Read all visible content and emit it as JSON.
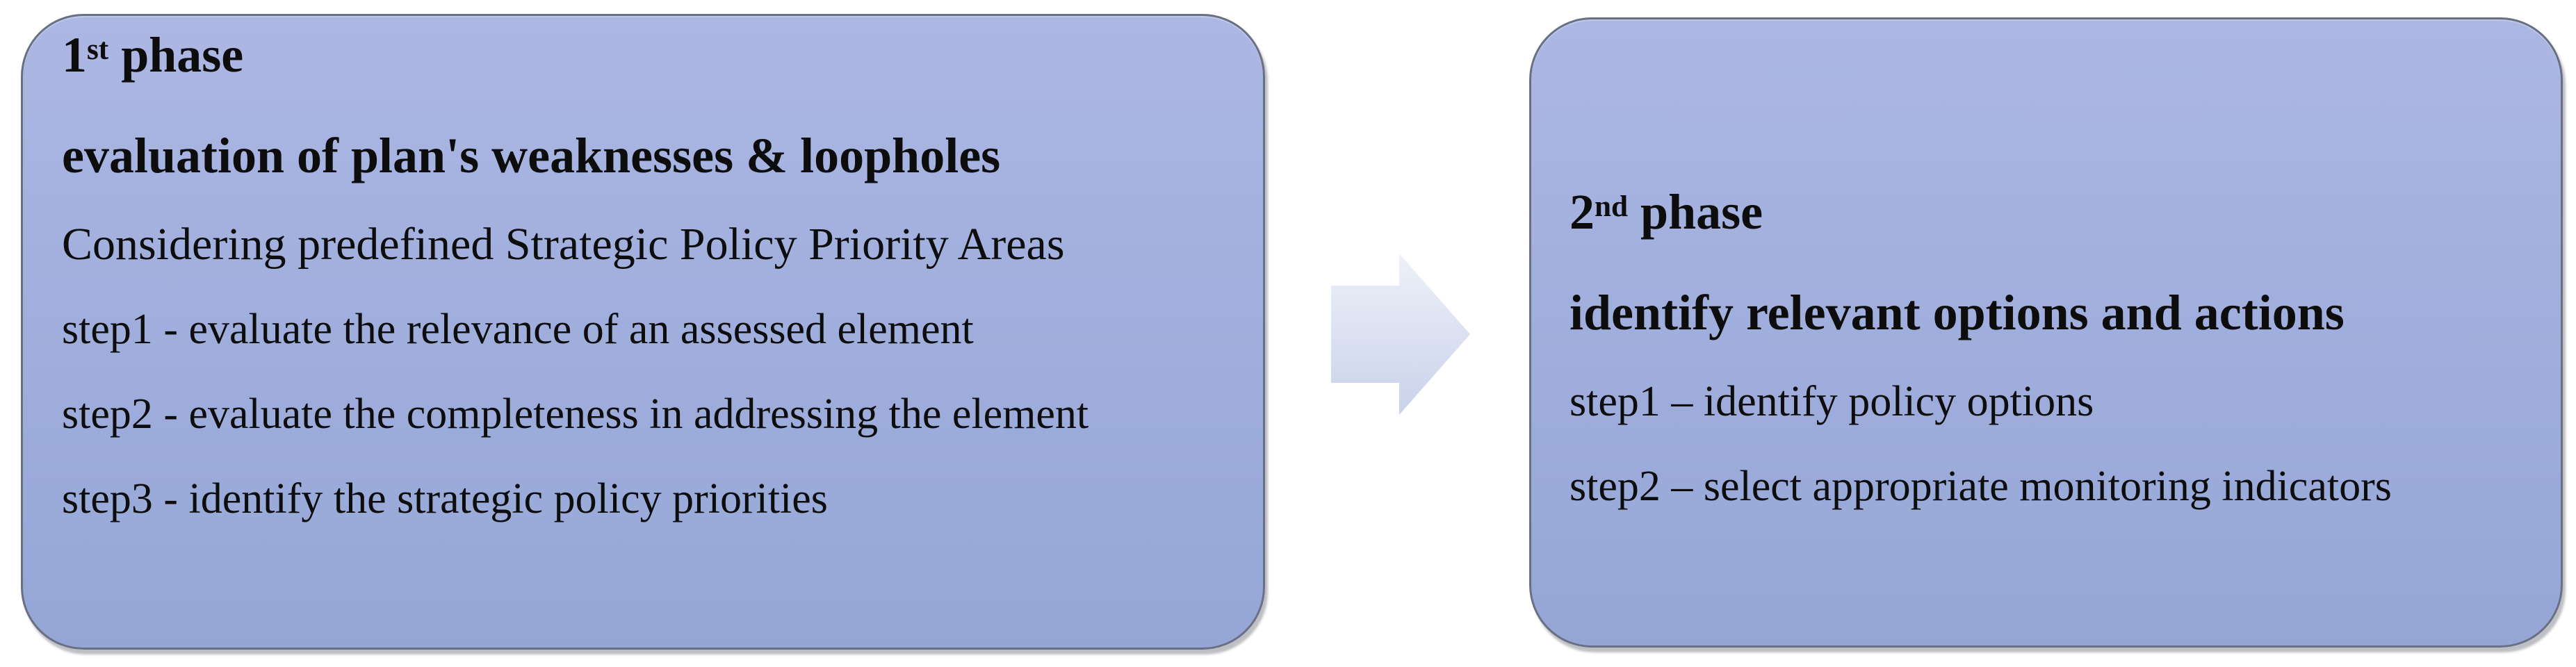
{
  "diagram": {
    "phase1": {
      "heading": {
        "num": "1",
        "ord": "st",
        "rest": " phase"
      },
      "subtitle": "evaluation of plan's weaknesses & loopholes",
      "body": [
        "Considering predefined Strategic Policy Priority Areas",
        "step1 - evaluate the relevance of an assessed element",
        "step2 - evaluate the completeness in addressing the element",
        "step3 - identify the strategic policy priorities"
      ]
    },
    "phase2": {
      "heading": {
        "num": "2",
        "ord": "nd",
        "rest": " phase"
      },
      "subtitle": "identify relevant options and actions",
      "body": [
        "step1 – identify policy options",
        "step2 – select appropriate monitoring indicators"
      ]
    },
    "arrow": {
      "direction": "right",
      "icon": "right-arrow-icon"
    },
    "colors": {
      "box_fill_top": "#adb7e3",
      "box_fill_bottom": "#95a6d6",
      "box_border": "#697083",
      "arrow_fill_top": "#eef1f9",
      "arrow_fill_bottom": "#c9d2ea",
      "text": "#0d0d0d",
      "background": "#ffffff"
    }
  }
}
